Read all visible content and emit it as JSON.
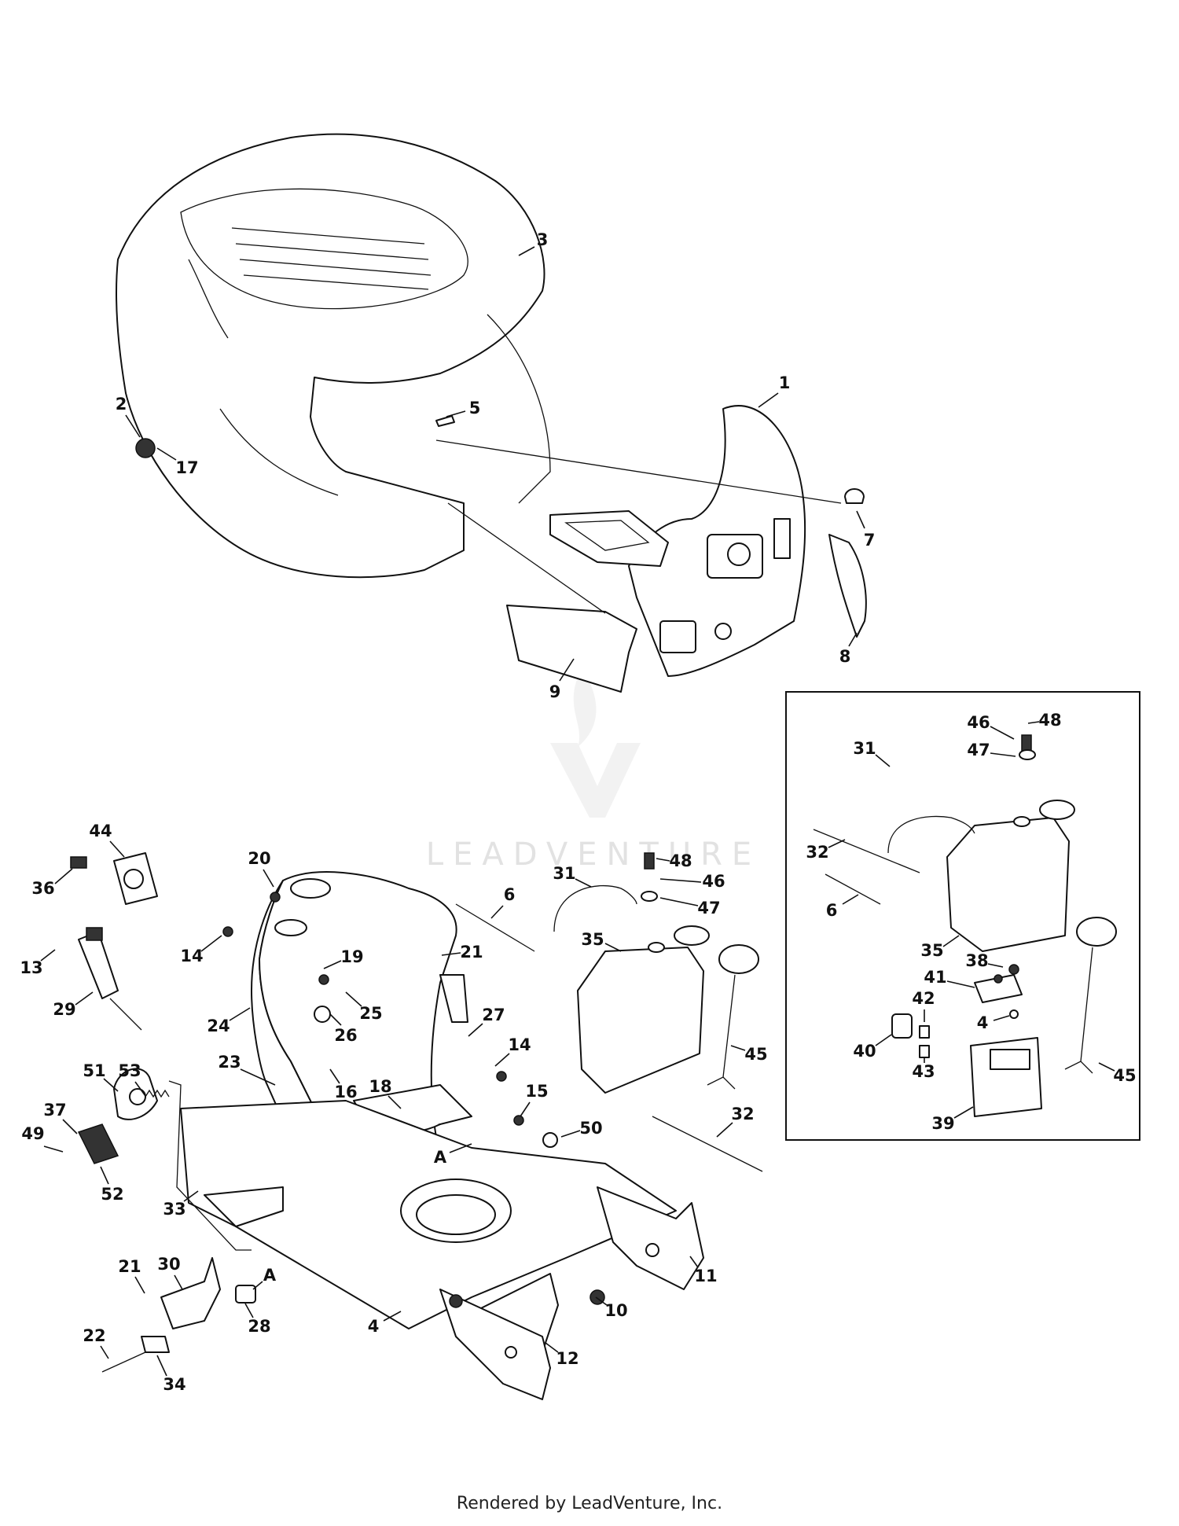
{
  "footer": "Rendered by LeadVenture, Inc.",
  "watermark": "LEADVENTURE",
  "detail_box": {
    "border_color": "#111111"
  },
  "callouts": [
    {
      "id": "c1",
      "label": "1"
    },
    {
      "id": "c2",
      "label": "2"
    },
    {
      "id": "c3",
      "label": "3"
    },
    {
      "id": "c5",
      "label": "5"
    },
    {
      "id": "c7",
      "label": "7"
    },
    {
      "id": "c8",
      "label": "8"
    },
    {
      "id": "c9",
      "label": "9"
    },
    {
      "id": "c17",
      "label": "17"
    },
    {
      "id": "c44",
      "label": "44"
    },
    {
      "id": "c36",
      "label": "36"
    },
    {
      "id": "c13",
      "label": "13"
    },
    {
      "id": "c29",
      "label": "29"
    },
    {
      "id": "c20",
      "label": "20"
    },
    {
      "id": "c14a",
      "label": "14"
    },
    {
      "id": "c19",
      "label": "19"
    },
    {
      "id": "c21a",
      "label": "21"
    },
    {
      "id": "c6a",
      "label": "6"
    },
    {
      "id": "c24",
      "label": "24"
    },
    {
      "id": "c26",
      "label": "26"
    },
    {
      "id": "c25",
      "label": "25"
    },
    {
      "id": "c27",
      "label": "27"
    },
    {
      "id": "c14b",
      "label": "14"
    },
    {
      "id": "c23",
      "label": "23"
    },
    {
      "id": "c16",
      "label": "16"
    },
    {
      "id": "c18",
      "label": "18"
    },
    {
      "id": "c15",
      "label": "15"
    },
    {
      "id": "c50",
      "label": "50"
    },
    {
      "id": "cA1",
      "label": "A"
    },
    {
      "id": "c51",
      "label": "51"
    },
    {
      "id": "c53",
      "label": "53"
    },
    {
      "id": "c37",
      "label": "37"
    },
    {
      "id": "c49",
      "label": "49"
    },
    {
      "id": "c52",
      "label": "52"
    },
    {
      "id": "c33",
      "label": "33"
    },
    {
      "id": "c21b",
      "label": "21"
    },
    {
      "id": "c30",
      "label": "30"
    },
    {
      "id": "cA2",
      "label": "A"
    },
    {
      "id": "c28",
      "label": "28"
    },
    {
      "id": "c22",
      "label": "22"
    },
    {
      "id": "c34",
      "label": "34"
    },
    {
      "id": "c4a",
      "label": "4"
    },
    {
      "id": "c10",
      "label": "10"
    },
    {
      "id": "c11",
      "label": "11"
    },
    {
      "id": "c12",
      "label": "12"
    },
    {
      "id": "c31a",
      "label": "31"
    },
    {
      "id": "c48a",
      "label": "48"
    },
    {
      "id": "c46a",
      "label": "46"
    },
    {
      "id": "c47a",
      "label": "47"
    },
    {
      "id": "c35a",
      "label": "35"
    },
    {
      "id": "c45a",
      "label": "45"
    },
    {
      "id": "c32a",
      "label": "32"
    },
    {
      "id": "c31b",
      "label": "31"
    },
    {
      "id": "c46b",
      "label": "46"
    },
    {
      "id": "c48b",
      "label": "48"
    },
    {
      "id": "c47b",
      "label": "47"
    },
    {
      "id": "c32b",
      "label": "32"
    },
    {
      "id": "c6b",
      "label": "6"
    },
    {
      "id": "c35b",
      "label": "35"
    },
    {
      "id": "c38",
      "label": "38"
    },
    {
      "id": "c41",
      "label": "41"
    },
    {
      "id": "c42",
      "label": "42"
    },
    {
      "id": "c4b",
      "label": "4"
    },
    {
      "id": "c40",
      "label": "40"
    },
    {
      "id": "c43",
      "label": "43"
    },
    {
      "id": "c45b",
      "label": "45"
    },
    {
      "id": "c39",
      "label": "39"
    }
  ]
}
